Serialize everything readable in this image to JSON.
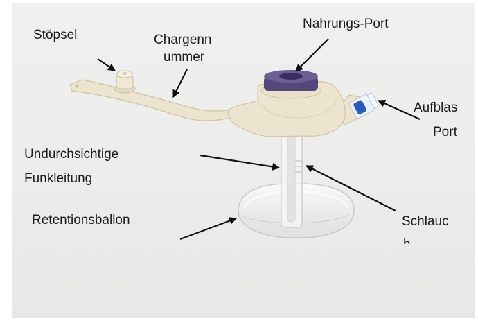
{
  "labels": {
    "stopper": "Stöpsel",
    "lot_number_line1": "Chargenn",
    "lot_number_line2": "ummer",
    "feeding_port": "Nahrungs-Port",
    "inflation_port_line1": "Aufblas",
    "inflation_port_line2": "Port",
    "opaque_line_line1": "Undurchsichtige",
    "opaque_line_line2": "Funkleitung",
    "retention_balloon": "Retentionsballon",
    "tube_line1": "Schlauc",
    "tube_line2": "h"
  },
  "colors": {
    "background": "#ececeb",
    "device_body": "#ece4cf",
    "feeding_port_cap": "#54487a",
    "inflation_port_valve": "#2a5bbd",
    "arrow": "#111111"
  }
}
